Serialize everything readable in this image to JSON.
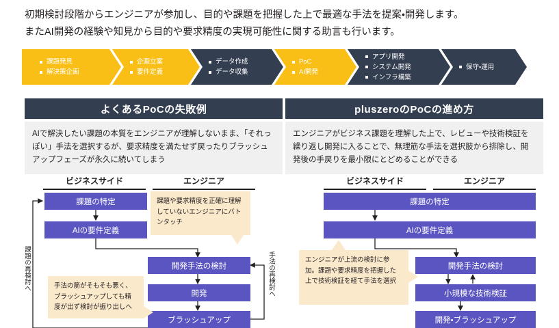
{
  "intro": {
    "line1": "初期検討段階からエンジニアが参加し、目的や課題を把握した上で最適な手法を提案・開発します。",
    "line2": "またAI開発の経験や知見から目的や要求精度の実現可能性に関する助言も行います。"
  },
  "colors": {
    "yellow": "#f9bf16",
    "navy": "#333e50",
    "purple": "#5a55c0",
    "cream": "#fbe9cc",
    "desc_bg": "#f0f0f0"
  },
  "flowbar": [
    {
      "style": "yellow",
      "items": [
        "課題発見",
        "解決策企画"
      ]
    },
    {
      "style": "yellow",
      "items": [
        "企画立案",
        "要件定義"
      ]
    },
    {
      "style": "dark",
      "items": [
        "データ作成",
        "データ収集"
      ]
    },
    {
      "style": "yellow",
      "items": [
        "PoC",
        "AI開発"
      ]
    },
    {
      "style": "dark",
      "items": [
        "アプリ開発",
        "システム開発",
        "インフラ構築"
      ]
    },
    {
      "style": "dark",
      "items": [
        "保守・運用"
      ]
    }
  ],
  "panels": {
    "left": {
      "title": "よくあるPoCの失敗例",
      "description": "AIで解決したい課題の本質をエンジニアが理解しないまま、「それっぽい」手法を選択するが、要求精度を満たせず戻ったりブラッシュアップフェーズが永久に続いてしまう"
    },
    "right": {
      "title": "pluszeroのPoCの進め方",
      "description": "エンジニアがビジネス課題を理解した上で、レビューや技術検証を繰り返し開発に入ることで、無理筋な手法を選択肢から排除し、開発後の手戻りを最小限にとどめることができる"
    }
  },
  "diagram_left": {
    "col_business": "ビジネスサイド",
    "col_engineer": "エンジニア",
    "box_issue": "課題の特定",
    "box_requirements": "AIの要件定義",
    "box_method": "開発手法の検討",
    "box_develop": "開発",
    "box_brushup": "ブラッシュアップ",
    "callout_handoff": "課題や要求精度を正確に理解していないエンジニアにバトンタッチ",
    "callout_bad": "手法の筋がそもそも悪く、ブラッシュアップしても精度が出ず検討が振り出しへ",
    "vlabel_issue": "課題の再検討へ",
    "vlabel_method": "手法の再検討へ"
  },
  "diagram_right": {
    "col_business": "ビジネスサイド",
    "col_engineer": "エンジニア",
    "box_issue": "課題の特定",
    "box_requirements": "AIの要件定義",
    "box_method": "開発手法の検討",
    "box_poc": "小規模な技術検証",
    "box_develop": "開発・ブラッシュアップ",
    "callout_good": "エンジニアが上流の検討に参加。課題や要求精度を把握した上で技術検証を経て手法を選択"
  }
}
